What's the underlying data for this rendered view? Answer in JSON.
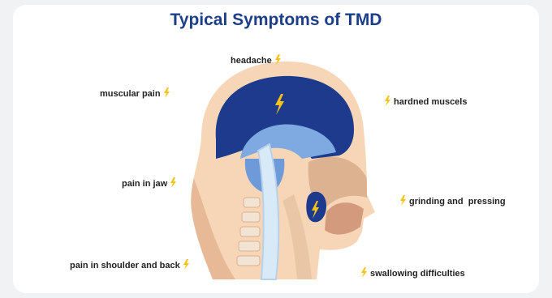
{
  "title": "Typical Symptoms of TMD",
  "symptoms": [
    {
      "label": "headache"
    },
    {
      "label": "muscular pain"
    },
    {
      "label": "hardned muscels"
    },
    {
      "label": "pain in jaw"
    },
    {
      "label": "grinding and  pressing"
    },
    {
      "label": "pain in shoulder and back"
    },
    {
      "label": "swallowing difficulties"
    }
  ],
  "colors": {
    "title": "#1d3f8a",
    "brain_region": "#1e3a8c",
    "brain_inner": "#7ea9e1",
    "skin": "#f6d6b7",
    "skin_dark": "#dcb291",
    "bolt": "#f7c31a"
  },
  "icons": [
    "lightning-bolt-icon"
  ]
}
